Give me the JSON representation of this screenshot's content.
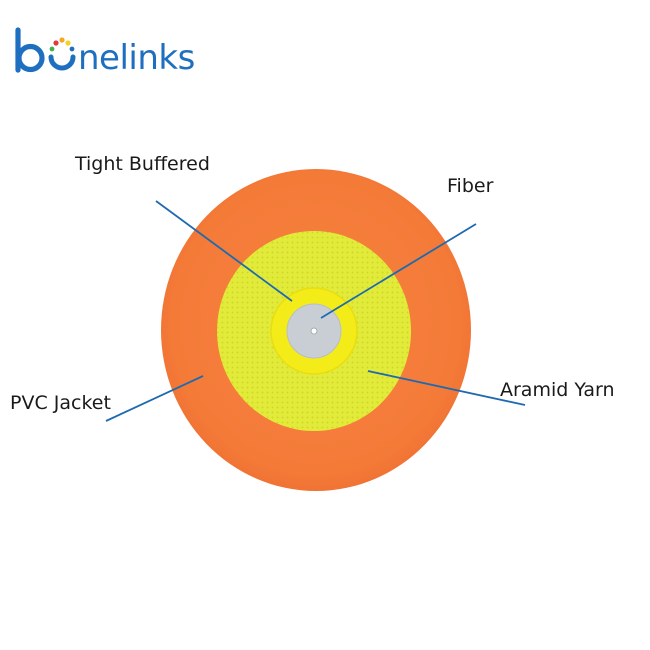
{
  "logo": {
    "text": "bonelinks",
    "brand_color": "#1f6fc1",
    "accent_colors": [
      "#e23a3a",
      "#f5a623",
      "#f3d224",
      "#3cb54a"
    ]
  },
  "diagram": {
    "labels": {
      "tight_buffered": "Tight Buffered",
      "fiber": "Fiber",
      "aramid_yarn": "Aramid Yarn",
      "pvc_jacket": "PVC Jacket"
    },
    "colors": {
      "pvc_jacket": "#f47b3a",
      "aramid_yarn": "#e6ec3a",
      "tight_buffer": "#f3ec1e",
      "fiber": "#c7cdd3",
      "leader_line": "#1e6ab0"
    }
  }
}
